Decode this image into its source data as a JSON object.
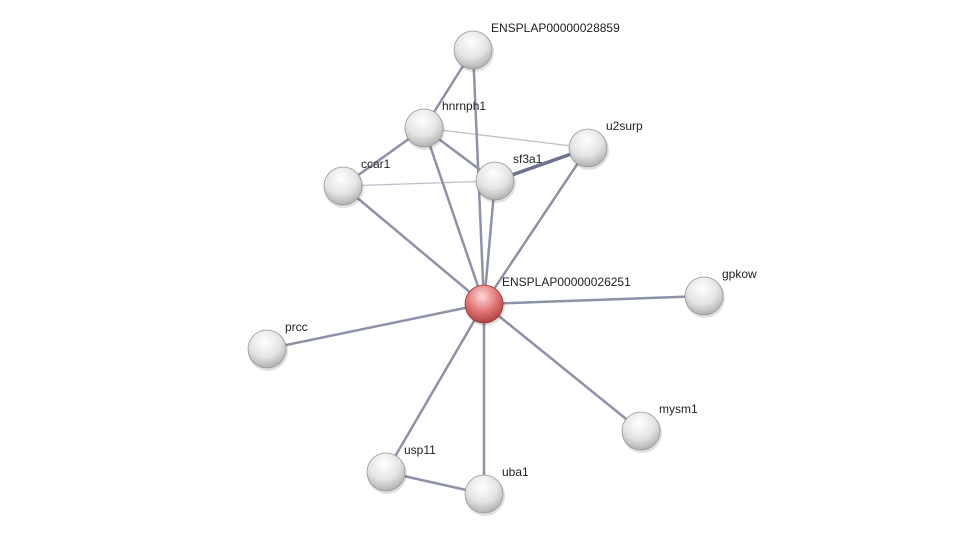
{
  "network": {
    "nodes": [
      {
        "id": "center",
        "label": "ENSPLAP00000026251",
        "query": true
      },
      {
        "id": "n28859",
        "label": "ENSPLAP00000028859"
      },
      {
        "id": "hnrnph1",
        "label": "hnrnph1"
      },
      {
        "id": "u2surp",
        "label": "u2surp"
      },
      {
        "id": "ccar1",
        "label": "ccar1"
      },
      {
        "id": "sf3a1",
        "label": "sf3a1"
      },
      {
        "id": "gpkow",
        "label": "gpkow"
      },
      {
        "id": "prcc",
        "label": "prcc"
      },
      {
        "id": "mysm1",
        "label": "mysm1"
      },
      {
        "id": "usp11",
        "label": "usp11"
      },
      {
        "id": "uba1",
        "label": "uba1"
      }
    ],
    "edges": [
      {
        "from": "center",
        "to": "n28859",
        "weight": 2
      },
      {
        "from": "center",
        "to": "hnrnph1",
        "weight": 2
      },
      {
        "from": "center",
        "to": "ccar1",
        "weight": 2
      },
      {
        "from": "center",
        "to": "sf3a1",
        "weight": 2
      },
      {
        "from": "center",
        "to": "u2surp",
        "weight": 2
      },
      {
        "from": "center",
        "to": "gpkow",
        "weight": 2
      },
      {
        "from": "center",
        "to": "prcc",
        "weight": 2
      },
      {
        "from": "center",
        "to": "mysm1",
        "weight": 2
      },
      {
        "from": "center",
        "to": "usp11",
        "weight": 2
      },
      {
        "from": "center",
        "to": "uba1",
        "weight": 2
      },
      {
        "from": "n28859",
        "to": "hnrnph1",
        "weight": 2
      },
      {
        "from": "hnrnph1",
        "to": "ccar1",
        "weight": 2
      },
      {
        "from": "hnrnph1",
        "to": "sf3a1",
        "weight": 2
      },
      {
        "from": "hnrnph1",
        "to": "u2surp",
        "weight": 1
      },
      {
        "from": "ccar1",
        "to": "sf3a1",
        "weight": 1
      },
      {
        "from": "sf3a1",
        "to": "u2surp",
        "weight": 4
      },
      {
        "from": "usp11",
        "to": "uba1",
        "weight": 2
      }
    ],
    "colors": {
      "edge": "#8e92a8",
      "node": "#e6e6e6",
      "query_node": "#e07070"
    }
  }
}
